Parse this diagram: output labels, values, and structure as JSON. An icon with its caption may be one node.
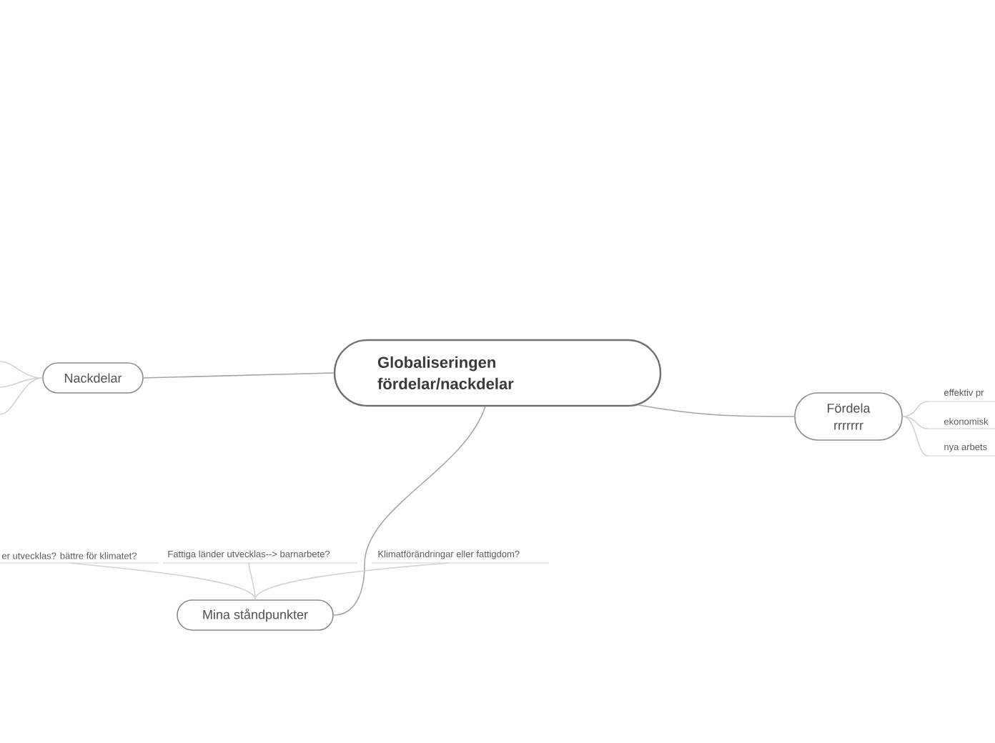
{
  "diagram": {
    "nodes": [
      {
        "text": [
          "Globaliseringen fördelar/nackdelar"
        ]
      },
      {
        "text": [
          "Nackdelar"
        ]
      },
      {
        "text": [
          "Fördela rrrrrrr"
        ]
      },
      {
        "text": [
          "effektiv pr"
        ]
      },
      {
        "text": [
          "ekonomisk"
        ]
      },
      {
        "text": [
          "nya arbets"
        ]
      },
      {
        "text": [
          "Mina ståndpunkter"
        ]
      },
      {
        "text": [
          "er utvecklas? bättre för klimatet?"
        ]
      },
      {
        "text": [
          "Fattiga länder utvecklas--> barnarbete?"
        ]
      },
      {
        "text": [
          "Klimatförändringar eller fattigdom?"
        ]
      }
    ],
    "edges": [
      {
        "from": 0,
        "to": 1,
        "arrow": "none",
        "color": "#a6a6a6"
      },
      {
        "from": 0,
        "to": 2,
        "arrow": "none",
        "color": "#a6a6a6"
      },
      {
        "from": 0,
        "to": 6,
        "arrow": "none",
        "color": "#a6a6a6"
      },
      {
        "from": 2,
        "to": 3,
        "arrow": "none"
      },
      {
        "from": 2,
        "to": 4,
        "arrow": "none"
      },
      {
        "from": 2,
        "to": 5,
        "arrow": "none"
      },
      {
        "from": 6,
        "to": 7,
        "arrow": "none"
      },
      {
        "from": 6,
        "to": 8,
        "arrow": "none"
      },
      {
        "from": 6,
        "to": 9,
        "arrow": "none"
      },
      {
        "from": 1,
        "to": null,
        "arrow": "none"
      },
      {
        "from": 1,
        "to": null,
        "arrow": "none"
      },
      {
        "from": 1,
        "to": null,
        "arrow": "none"
      }
    ]
  }
}
